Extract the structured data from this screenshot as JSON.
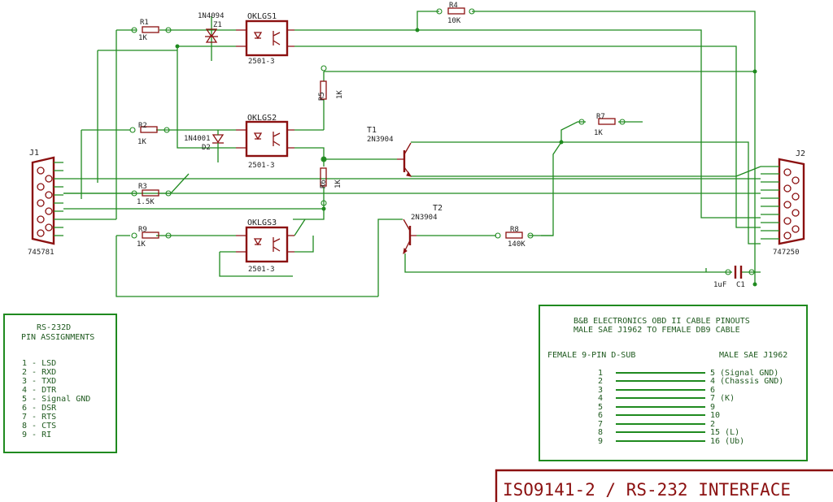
{
  "title": "ISO9141-2 / RS-232 INTERFACE",
  "components": {
    "opto1": {
      "ref": "OKLGS1",
      "value": "2501-3"
    },
    "opto2": {
      "ref": "OKLGS2",
      "value": "2501-3"
    },
    "opto3": {
      "ref": "OKLGS3",
      "value": "2501-3"
    },
    "zener": {
      "value": "1N4094",
      "ref": "Z1"
    },
    "diode": {
      "value": "1N4001",
      "ref": "D2"
    },
    "r1": {
      "ref": "R1",
      "value": "1K"
    },
    "r2": {
      "ref": "R2",
      "value": "1K"
    },
    "r3": {
      "ref": "R3",
      "value": "1.5K"
    },
    "r9": {
      "ref": "R9",
      "value": "1K"
    },
    "r4": {
      "ref": "R4",
      "value": "10K"
    },
    "r5": {
      "ref": "R5",
      "value": "1K"
    },
    "r6": {
      "ref": "R6",
      "value": "1K"
    },
    "r7": {
      "ref": "R7",
      "value": "1K"
    },
    "r8": {
      "ref": "R8",
      "value": "140K"
    },
    "t1": {
      "ref": "T1",
      "value": "2N3904"
    },
    "t2": {
      "ref": "T2",
      "value": "2N3904"
    },
    "c1": {
      "ref": "C1",
      "value": "1uF"
    },
    "j1": {
      "ref": "J1",
      "value": "745781"
    },
    "j2": {
      "ref": "J2",
      "value": "747250"
    }
  },
  "rs232_box": {
    "title": "RS-232D",
    "subtitle": "PIN ASSIGNMENTS",
    "rows": [
      "1 - LSD",
      "2 - RXD",
      "3 - TXD",
      "4 - DTR",
      "5 - Signal GND",
      "6 - DSR",
      "7 - RTS",
      "8 - CTS",
      "9 - RI"
    ]
  },
  "pinout_box": {
    "heading1": "B&B ELECTRONICS OBD II CABLE PINOUTS",
    "heading2": "MALE SAE J1962 TO FEMALE DB9 CABLE",
    "left_header": "FEMALE 9-PIN D-SUB",
    "right_header": "MALE SAE J1962",
    "rows": [
      {
        "left": "1",
        "right": "5 (Signal GND)"
      },
      {
        "left": "2",
        "right": "4 (Chassis GND)"
      },
      {
        "left": "3",
        "right": "6"
      },
      {
        "left": "4",
        "right": "7 (K)"
      },
      {
        "left": "5",
        "right": "9"
      },
      {
        "left": "6",
        "right": "10"
      },
      {
        "left": "7",
        "right": "2"
      },
      {
        "left": "8",
        "right": "15 (L)"
      },
      {
        "left": "9",
        "right": "16 (Ub)"
      }
    ]
  }
}
